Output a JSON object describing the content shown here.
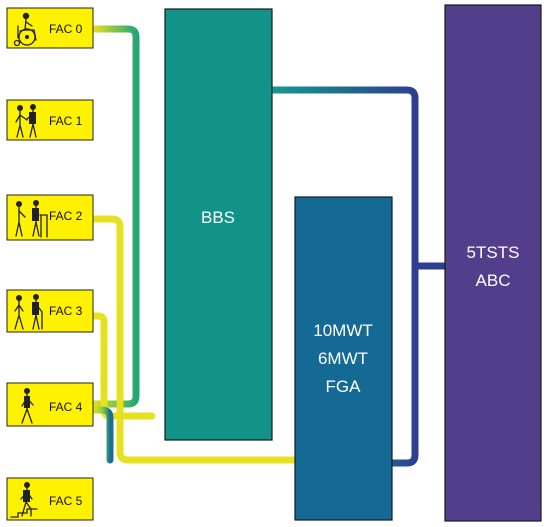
{
  "fac_levels": [
    {
      "label": "FAC 0",
      "icon": "wheelchair-user-icon"
    },
    {
      "label": "FAC 1",
      "icon": "assisted-walker-icon"
    },
    {
      "label": "FAC 2",
      "icon": "walker-with-helper-icon"
    },
    {
      "label": "FAC 3",
      "icon": "supervised-walker-icon"
    },
    {
      "label": "FAC 4",
      "icon": "independent-walker-icon"
    },
    {
      "label": "FAC 5",
      "icon": "stair-climber-icon"
    }
  ],
  "blocks": {
    "bbs": {
      "lines": [
        "BBS"
      ],
      "color": "#11938a"
    },
    "gait": {
      "lines": [
        "10MWT",
        "6MWT",
        "FGA"
      ],
      "color": "#146a94"
    },
    "balance": {
      "lines": [
        "5TSTS",
        "ABC"
      ],
      "color": "#533e8c"
    }
  },
  "colors": {
    "fac_box": "#fff200",
    "link_yellow": "#e6e220",
    "link_green": "#3cb06a",
    "link_teal": "#14998f",
    "link_navy": "#2e3f8f"
  }
}
